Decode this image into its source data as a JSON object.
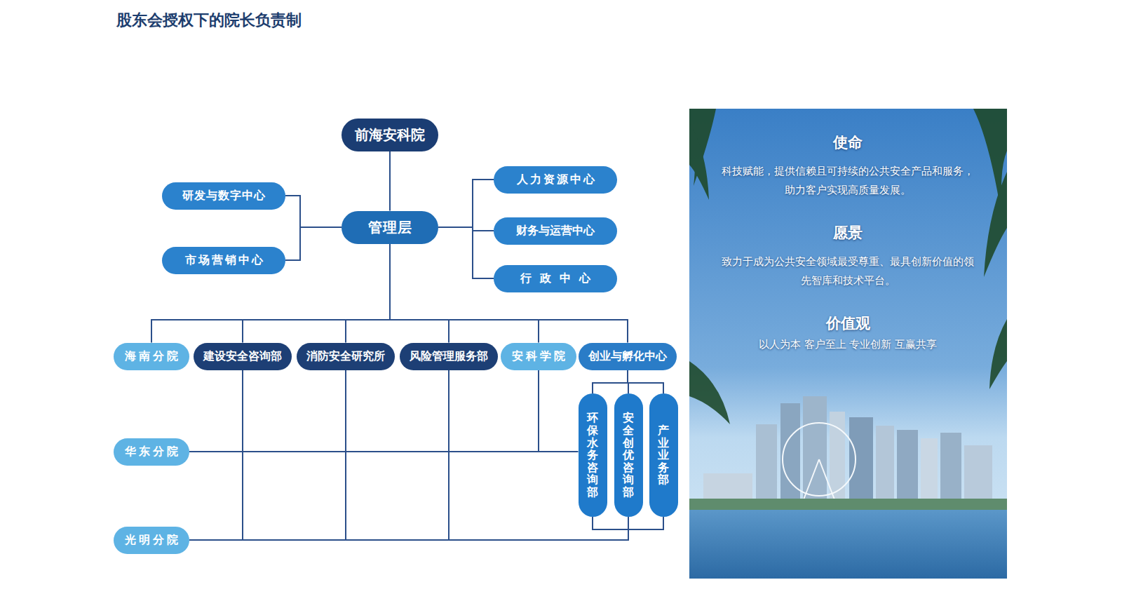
{
  "diagram": {
    "title": "股东会授权下的院长负责制",
    "nodes": [
      {
        "text": [
          "前海安科院"
        ]
      },
      {
        "text": [
          "管理层"
        ]
      },
      {
        "text": [
          "研发与数字中心"
        ]
      },
      {
        "text": [
          "市场营销中心"
        ]
      },
      {
        "text": [
          "人力资源中心"
        ]
      },
      {
        "text": [
          "财务与运营中心"
        ]
      },
      {
        "text": [
          "行政中心"
        ]
      },
      {
        "text": [
          "海南分院"
        ]
      },
      {
        "text": [
          "建设安全咨询部"
        ]
      },
      {
        "text": [
          "消防安全研究所"
        ]
      },
      {
        "text": [
          "风险管理服务部"
        ]
      },
      {
        "text": [
          "安科学院"
        ]
      },
      {
        "text": [
          "创业与孵化中心"
        ]
      },
      {
        "text": [
          "环保水务咨询部"
        ]
      },
      {
        "text": [
          "安全创优咨询部"
        ]
      },
      {
        "text": [
          "产业业务部"
        ]
      },
      {
        "text": [
          "华东分院"
        ]
      },
      {
        "text": [
          "光明分院"
        ]
      }
    ],
    "edges": [
      {
        "from": 0,
        "to": 1,
        "arrow": "none"
      },
      {
        "from": 1,
        "to": 2,
        "arrow": "none"
      },
      {
        "from": 1,
        "to": 3,
        "arrow": "none"
      },
      {
        "from": 1,
        "to": 4,
        "arrow": "none"
      },
      {
        "from": 1,
        "to": 5,
        "arrow": "none"
      },
      {
        "from": 1,
        "to": 6,
        "arrow": "none"
      },
      {
        "from": 1,
        "to": 7,
        "arrow": "none"
      },
      {
        "from": 1,
        "to": 8,
        "arrow": "none"
      },
      {
        "from": 1,
        "to": 9,
        "arrow": "none"
      },
      {
        "from": 1,
        "to": 10,
        "arrow": "none"
      },
      {
        "from": 1,
        "to": 11,
        "arrow": "none"
      },
      {
        "from": 1,
        "to": 12,
        "arrow": "none"
      },
      {
        "from": 12,
        "to": 13,
        "arrow": "none"
      },
      {
        "from": 12,
        "to": 14,
        "arrow": "none"
      },
      {
        "from": 12,
        "to": 15,
        "arrow": "none"
      },
      {
        "from": 16,
        "to": 8,
        "arrow": "none"
      },
      {
        "from": 16,
        "to": 9,
        "arrow": "none"
      },
      {
        "from": 16,
        "to": 10,
        "arrow": "none"
      },
      {
        "from": 16,
        "to": 11,
        "arrow": "none"
      },
      {
        "from": 16,
        "to": 13,
        "arrow": "none"
      },
      {
        "from": 17,
        "to": 8,
        "arrow": "none"
      },
      {
        "from": 17,
        "to": 9,
        "arrow": "none"
      },
      {
        "from": 17,
        "to": 10,
        "arrow": "none"
      },
      {
        "from": 17,
        "to": 14,
        "arrow": "none"
      }
    ],
    "labels": [
      "使命",
      "科技赋能，提供信赖且可持续的公共安全产品和服务，助力客户实现高质量发展。",
      "愿景",
      "致力于成为公共安全领域最受尊重、最具创新价值的领先智库和技术平台。",
      "价值观",
      "以人为本 客户至上 专业创新 互赢共享"
    ]
  }
}
